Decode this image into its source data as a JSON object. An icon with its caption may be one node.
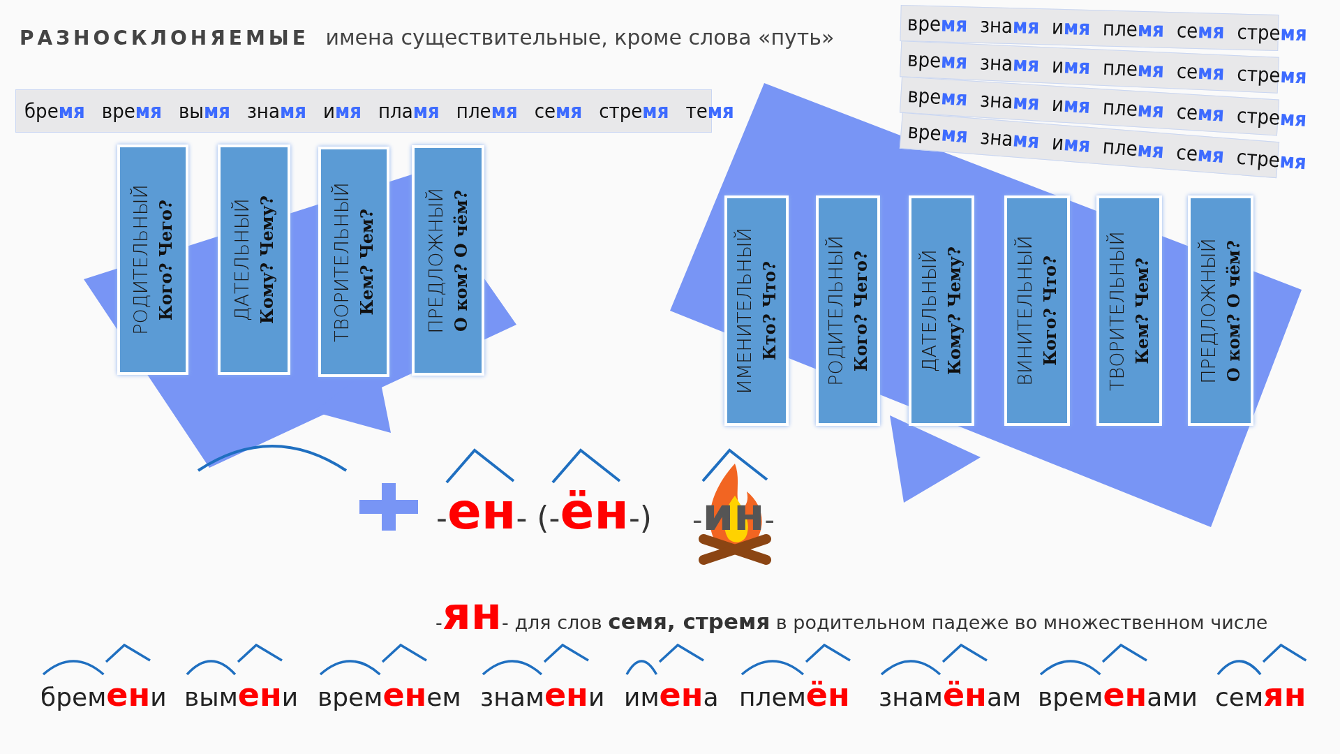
{
  "diagram": {
    "title": "**РАЗНОСКЛОНЯЕМЫЕ** имена существительные, кроме слова «путь»",
    "nodes": [
      {
        "text": [
          "РОДИТЕЛЬНЫЙ",
          "Кого? Чего?"
        ]
      },
      {
        "text": [
          "ДАТЕЛЬНЫЙ",
          "Кому? Чему?"
        ]
      },
      {
        "text": [
          "ТВОРИТЕЛЬНЫЙ",
          "Кем? Чем?"
        ]
      },
      {
        "text": [
          "ПРЕДЛОЖНЫЙ",
          "О ком? О чём?"
        ]
      },
      {
        "text": [
          "ИМЕНИТЕЛЬНЫЙ",
          "Кто? Что?"
        ]
      },
      {
        "text": [
          "РОДИТЕЛЬНЫЙ",
          "Кого? Чего?"
        ]
      },
      {
        "text": [
          "ДАТЕЛЬНЫЙ",
          "Кому? Чему?"
        ]
      },
      {
        "text": [
          "ВИНИТЕЛЬНЫЙ",
          "Кого? Что?"
        ]
      },
      {
        "text": [
          "ТВОРИТЕЛЬНЫЙ",
          "Кем? Чем?"
        ]
      },
      {
        "text": [
          "ПРЕДЛОЖНЫЙ",
          "О ком? О чём?"
        ]
      }
    ],
    "labels": [
      "бре**мя**",
      "вре**мя**",
      "вы**мя**",
      "зна**мя**",
      "и**мя**",
      "пла**мя**",
      "пле**мя**",
      "се**мя**",
      "стре**мя**",
      "те**мя**",
      "вре**мя**",
      "зна**мя**",
      "и**мя**",
      "пле**мя**",
      "се**мя**",
      "стре**мя**",
      "вре**мя**",
      "зна**мя**",
      "и**мя**",
      "пле**мя**",
      "се**мя**",
      "стре**мя**",
      "вре**мя**",
      "зна**мя**",
      "и**мя**",
      "пле**мя**",
      "се**мя**",
      "стре**мя**",
      "вре**мя**",
      "зна**мя**",
      "и**мя**",
      "пле**мя**",
      "се**мя**",
      "стре**мя**",
      "-**ен**- (-**ён**-)",
      "-**ин**-",
      "-**ян**- для слов **семя, стремя** в родительном падеже во множественном числе",
      "брем**ен**и",
      "вым**ен**и",
      "врем**ен**ем",
      "знам**ен**и",
      "им**ен**а",
      "плем**ён**",
      "знам**ён**ам",
      "врем**ен**ами",
      "сем**ян**"
    ]
  }
}
